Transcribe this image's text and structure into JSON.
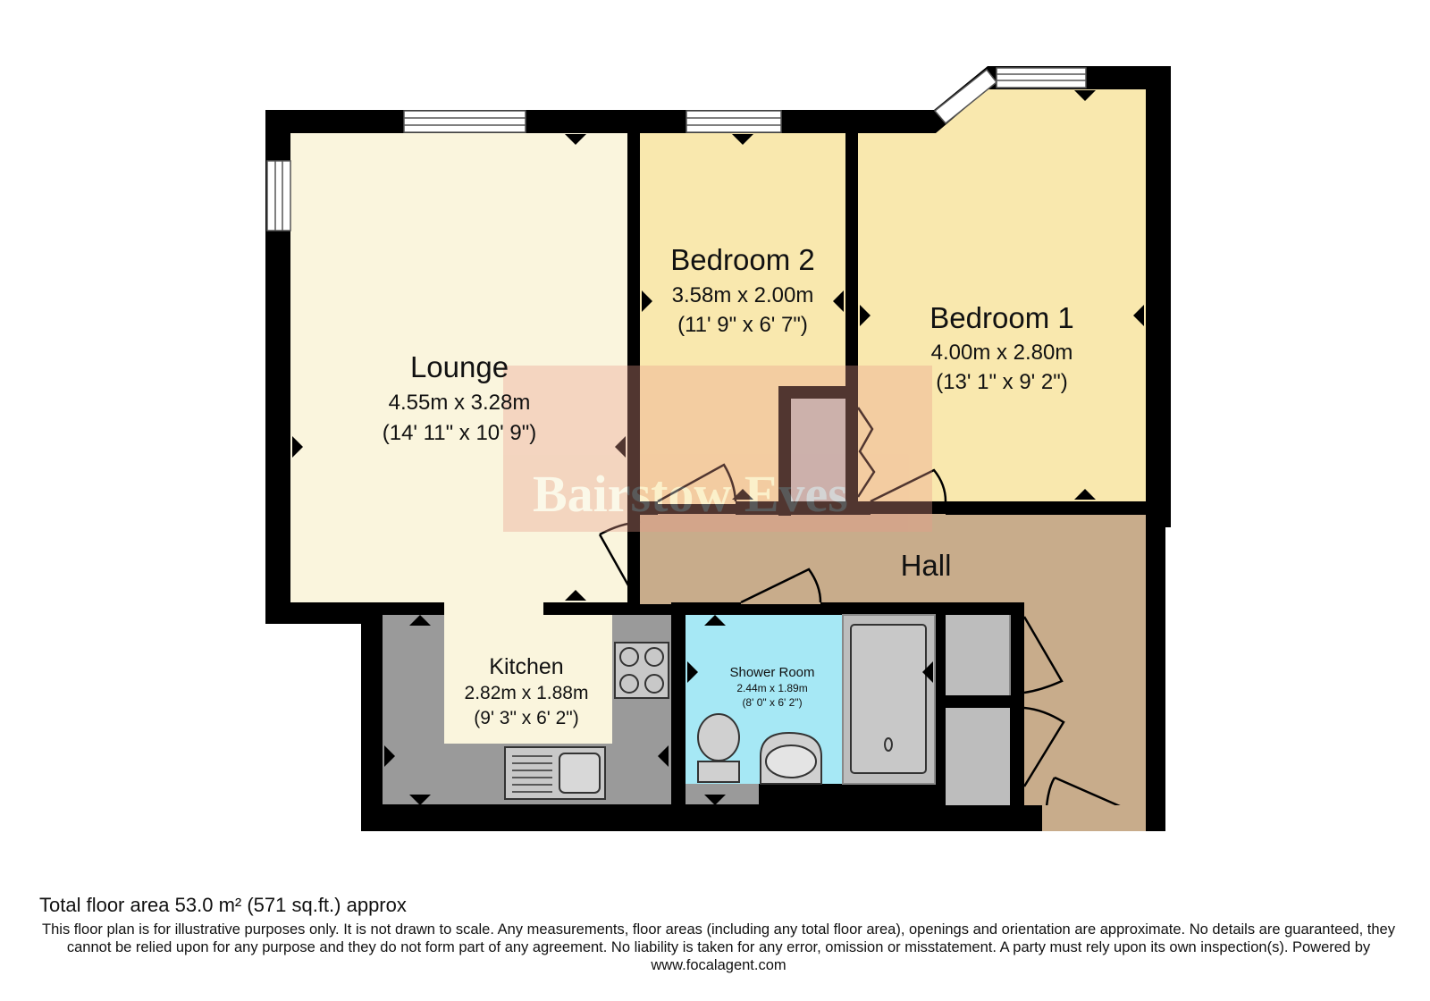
{
  "rooms": {
    "lounge": {
      "name": "Lounge",
      "dim_m": "4.55m x 3.28m",
      "dim_ft": "(14' 11\" x 10' 9\")"
    },
    "bedroom2": {
      "name": "Bedroom 2",
      "dim_m": "3.58m x 2.00m",
      "dim_ft": "(11' 9\" x 6' 7\")"
    },
    "bedroom1": {
      "name": "Bedroom 1",
      "dim_m": "4.00m x 2.80m",
      "dim_ft": "(13' 1\" x 9' 2\")"
    },
    "hall": {
      "name": "Hall"
    },
    "kitchen": {
      "name": "Kitchen",
      "dim_m": "2.82m x 1.88m",
      "dim_ft": "(9' 3\" x 6' 2\")"
    },
    "shower": {
      "name": "Shower Room",
      "dim_m": "2.44m x 1.89m",
      "dim_ft": "(8' 0\" x 6' 2\")"
    }
  },
  "watermark": "Bairstow Eves",
  "colors": {
    "wall": "#000000",
    "lounge": "#FAF5DD",
    "bedroom2": "#F9E8AE",
    "bedroom1": "#F9E8AE",
    "hall": "#C8AC8B",
    "kitchen_floor": "#FAF5DD",
    "worktop": "#9A9A9A",
    "shower": "#A6E8F5",
    "storage": "#BDBDBD",
    "watermark": "#E89A8A"
  },
  "footer": {
    "total_area": "Total floor area 53.0 m² (571 sq.ft.) approx",
    "disclaimer": "This floor plan is for illustrative purposes only. It is not drawn to scale. Any measurements, floor areas (including any total floor area), openings and orientation are approximate. No details are guaranteed, they cannot be relied upon for any purpose and they do not form part of any agreement. No liability is taken for any error, omission or misstatement. A party must rely upon its own inspection(s). Powered by www.focalagent.com"
  }
}
